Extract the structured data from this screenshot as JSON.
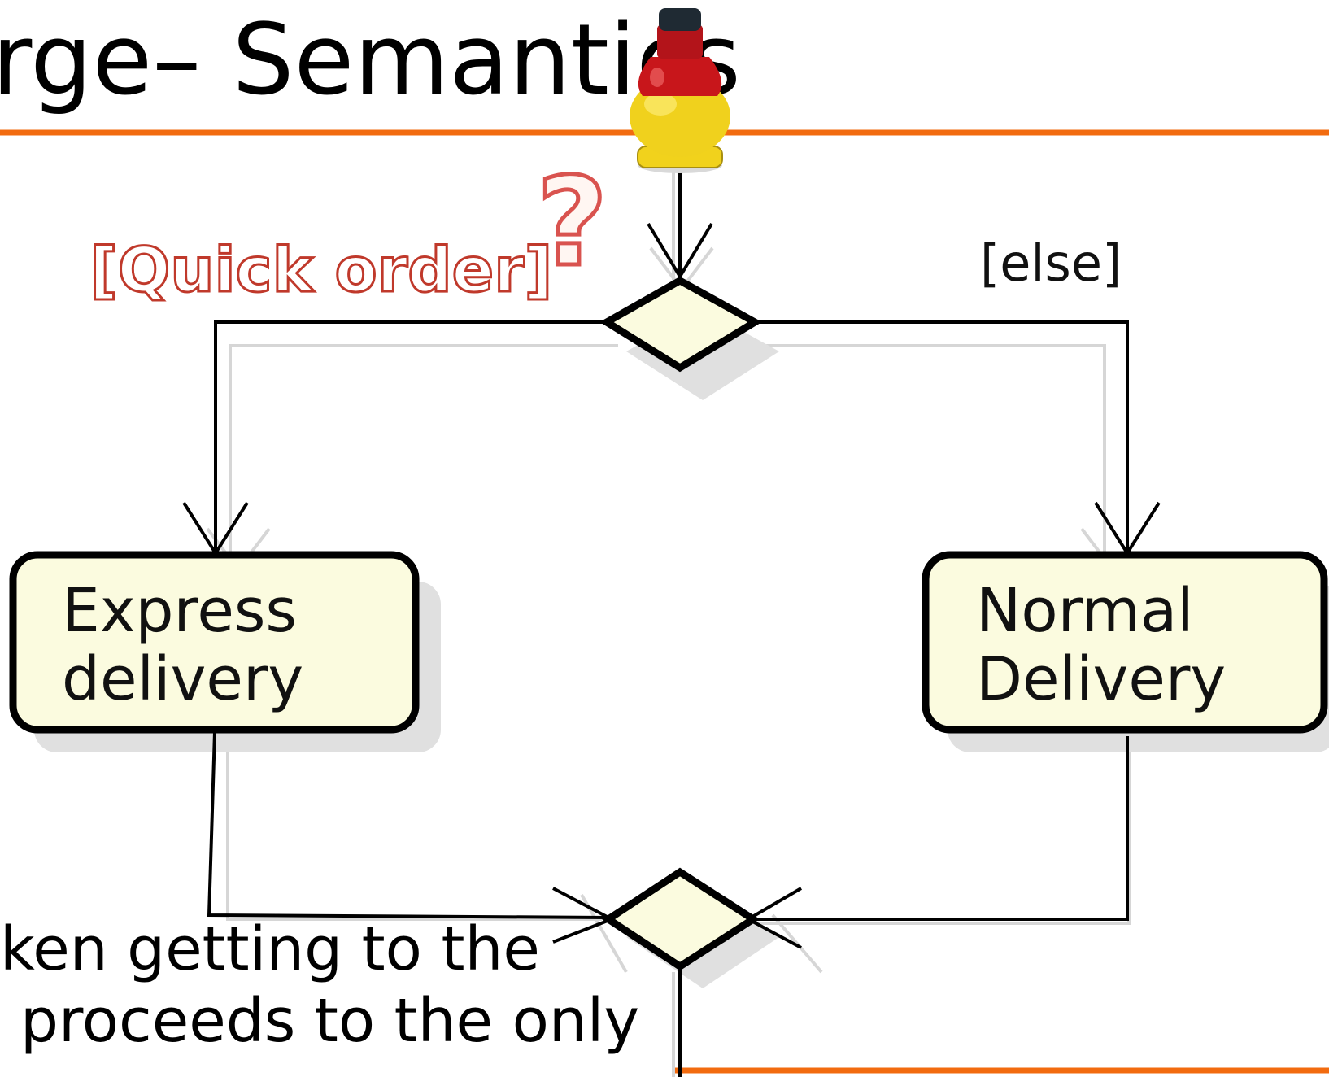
{
  "slide": {
    "title": "rge– Semantics",
    "accent_color": "#f26b0f"
  },
  "diagram": {
    "guard_left": "[Quick order]",
    "guard_right": "[else]",
    "question_mark": "?",
    "node_left": {
      "line1": "Express",
      "line2": "delivery"
    },
    "node_right": {
      "line1": "Normal",
      "line2": "Delivery"
    },
    "fill_color": "#fbfbdf",
    "guard_left_color": "#c0392b"
  },
  "body": {
    "line1": "ken getting to the",
    "line2": "proceeds to the only"
  },
  "icons": {
    "token": "bottle-token-icon"
  }
}
